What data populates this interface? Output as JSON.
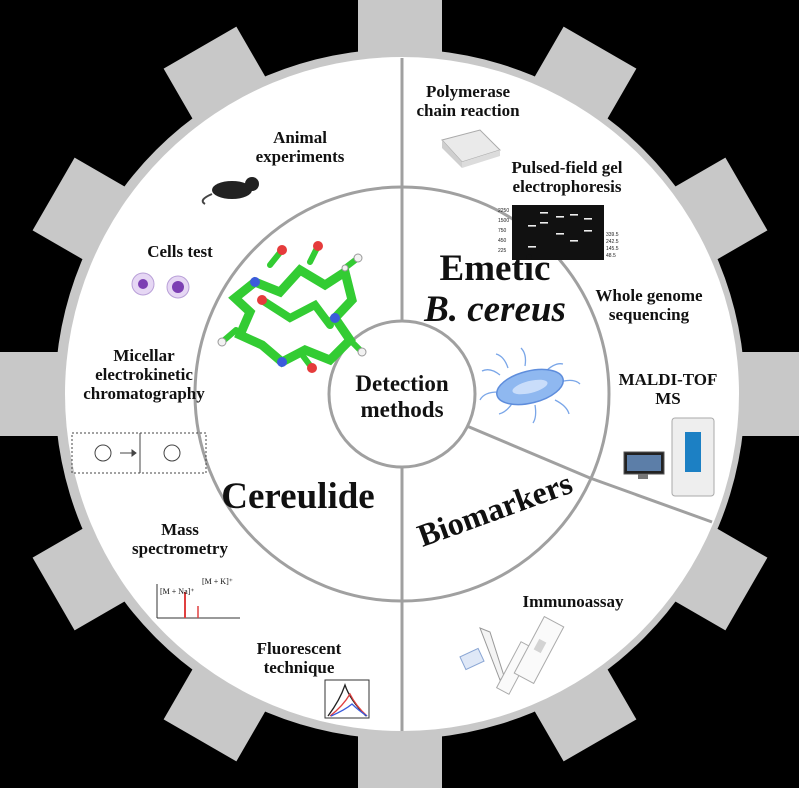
{
  "center": {
    "line1": "Detection",
    "line2": "methods"
  },
  "sectors": {
    "cereulide": "Cereulide",
    "emetic": {
      "line1": "Emetic",
      "line2": "B. cereus"
    },
    "biomarkers": "Biomarkers"
  },
  "methods": {
    "animal": {
      "line1": "Animal",
      "line2": "experiments"
    },
    "cells": "Cells test",
    "mekc": {
      "line1": "Micellar",
      "line2": "electrokinetic",
      "line3": "chromatography"
    },
    "mass": {
      "line1": "Mass",
      "line2": "spectrometry"
    },
    "fluor": {
      "line1": "Fluorescent",
      "line2": "technique"
    },
    "pcr": {
      "line1": "Polymerase",
      "line2": "chain reaction"
    },
    "pfge": {
      "line1": "Pulsed-field gel",
      "line2": "electrophoresis"
    },
    "wgs": {
      "line1": "Whole genome",
      "line2": "sequencing"
    },
    "maldi": {
      "line1": "MALDI-TOF",
      "line2": "MS"
    },
    "immuno": "Immunoassay"
  },
  "thumb_text": {
    "ms_peak1": "[M + Na]⁺",
    "ms_peak2": "[M + K]⁺",
    "gel_ladder": [
      "2250",
      "1500",
      "750",
      "450",
      "225"
    ],
    "gel_sizes": [
      "339.5",
      "242.5",
      "145.5",
      "48.5"
    ]
  },
  "colors": {
    "background": "#000000",
    "gear": "#c8c8c8",
    "panel": "#ffffff",
    "divider": "#a0a0a0",
    "molecule": "#33cc33",
    "bacterium": "#8fb8f0"
  }
}
